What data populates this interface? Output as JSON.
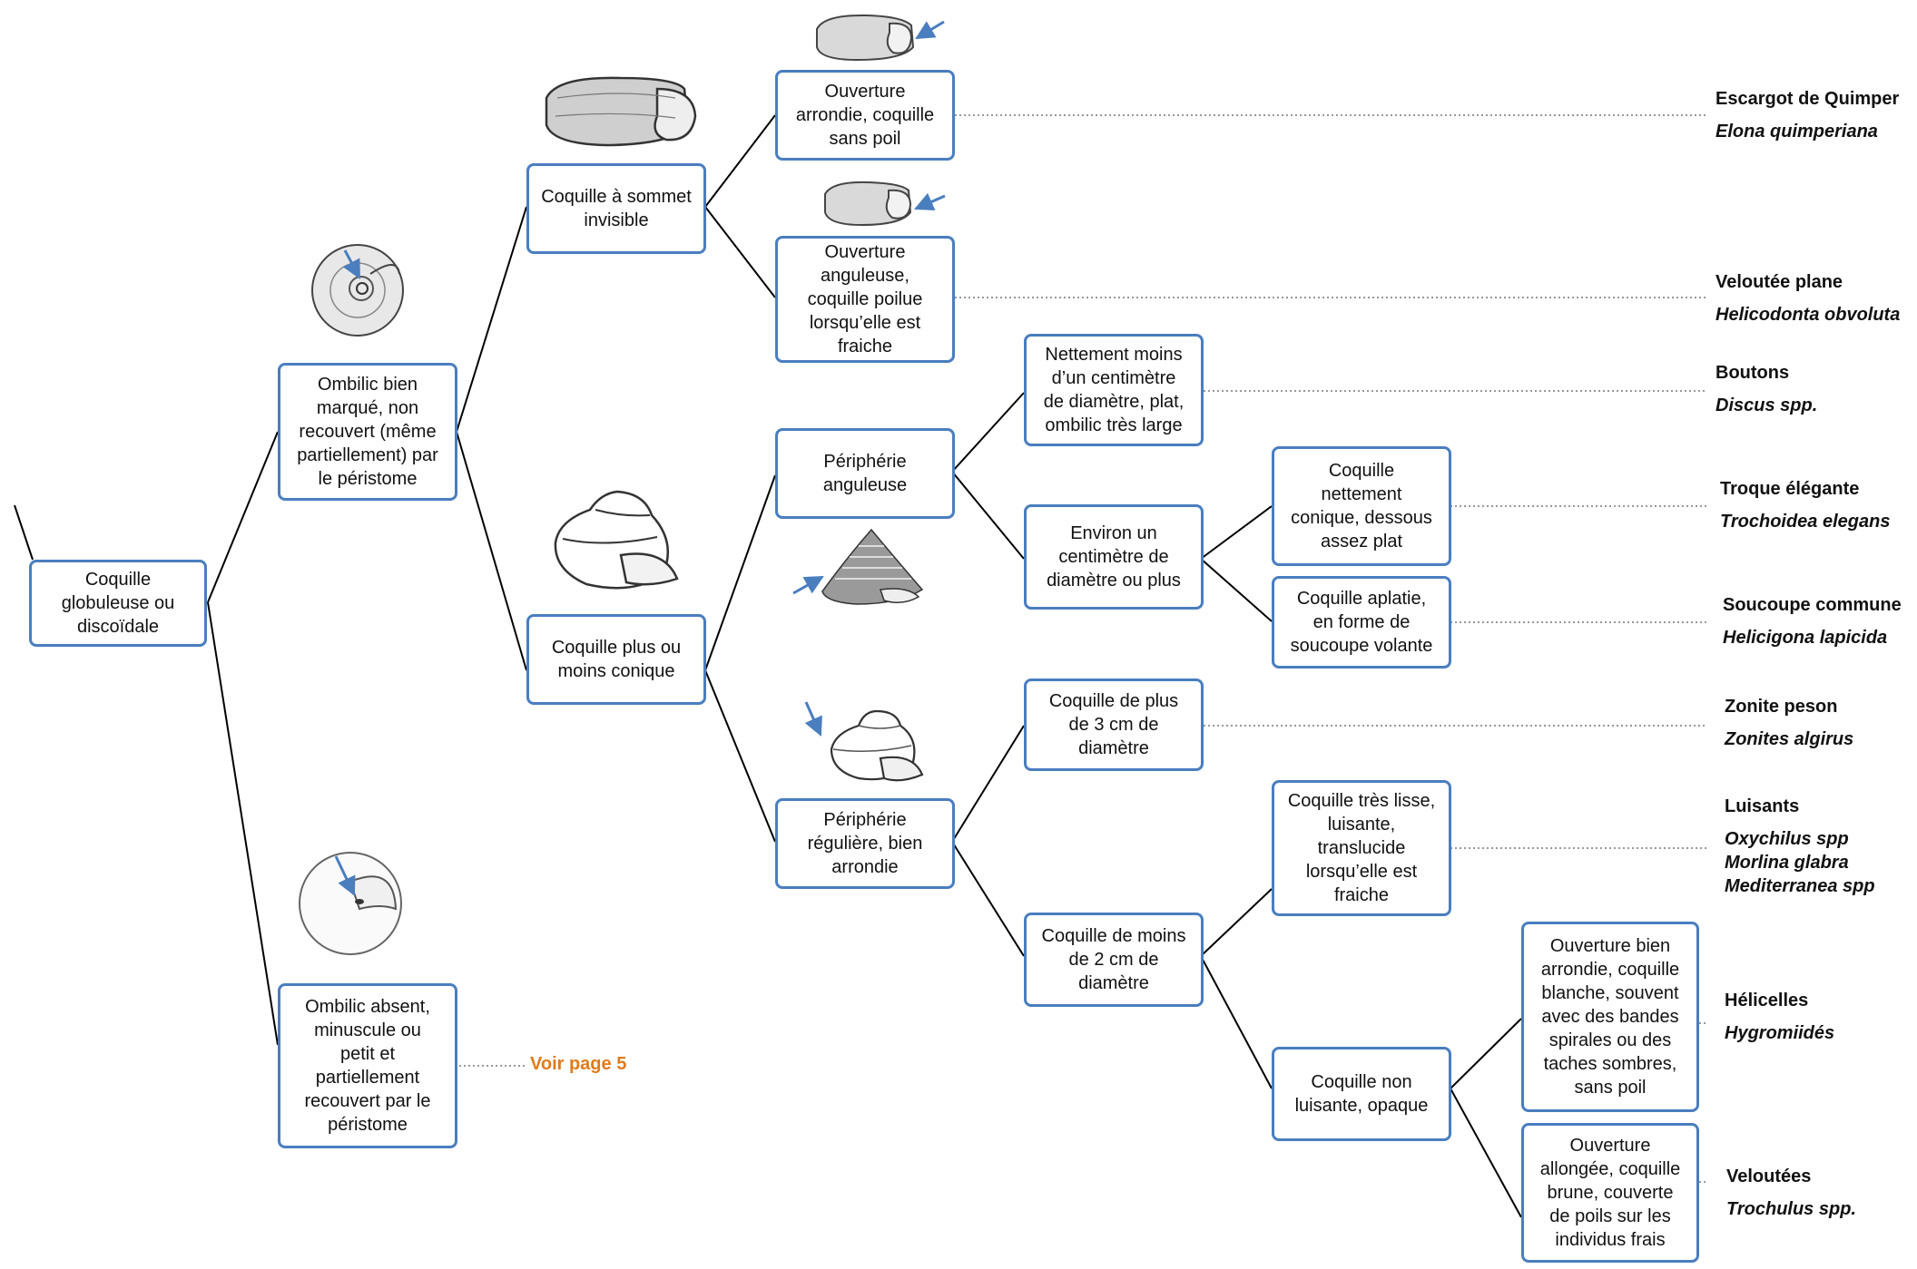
{
  "colors": {
    "box_border": "#4a7ebf",
    "line": "#000000",
    "dotted": "#777777",
    "arrow": "#4a7ebf",
    "voir": "#e07b1a"
  },
  "nodes": {
    "root": "Coquille\nglobuleuse ou\ndiscoïdale",
    "ombilic_marque": "Ombilic bien\nmarqué, non\nrecouvert (même\npartiellement) par\nle péristome",
    "ombilic_absent": "Ombilic absent,\nminuscule ou\npetit et\npartiellement\nrecouvert par le\npéristome",
    "sommet_invisible": "Coquille à sommet\ninvisible",
    "plus_ou_moins_conique": "Coquille plus ou\nmoins conique",
    "ouverture_arrondie": "Ouverture\narrondie, coquille\nsans poil",
    "ouverture_anguleuse": "Ouverture\nanguleuse,\ncoquille poilue\nlorsqu’elle est\nfraiche",
    "peripherie_anguleuse": "Périphérie\nanguleuse",
    "peripherie_reguliere": "Périphérie\nrégulière, bien\narrondie",
    "moins_centimetre": "Nettement moins\nd’un centimètre\nde diamètre, plat,\nombilic très large",
    "environ_centimetre": "Environ un\ncentimètre de\ndiamètre ou plus",
    "nettement_conique": "Coquille\nnettement\nconique, dessous\nassez plat",
    "aplatie": "Coquille aplatie,\nen forme de\nsoucoupe volante",
    "plus_3cm": "Coquille  de plus\nde 3 cm de\ndiamètre",
    "moins_2cm": "Coquille de moins\nde 2 cm de\ndiamètre",
    "tres_lisse": "Coquille très lisse,\nluisante,\ntranslucide\nlorsqu’elle est\nfraiche",
    "non_luisante": "Coquille non\nluisante, opaque",
    "ouverture_bien_arrondie": "Ouverture bien\narrondie, coquille\nblanche, souvent\navec des bandes\nspirales ou des\ntaches sombres,\nsans poil",
    "ouverture_allongee": "Ouverture\nallongée, coquille\nbrune, couverte\nde poils sur les\nindividus frais"
  },
  "species": {
    "quimper": {
      "common": "Escargot de Quimper",
      "latin": "Elona quimperiana"
    },
    "veloutee_plane": {
      "common": "Veloutée plane",
      "latin": "Helicodonta obvoluta"
    },
    "boutons": {
      "common": "Boutons",
      "latin": "Discus spp."
    },
    "troque": {
      "common": "Troque élégante",
      "latin": "Trochoidea elegans"
    },
    "soucoupe": {
      "common": "Soucoupe commune",
      "latin": "Helicigona lapicida"
    },
    "zonite": {
      "common": "Zonite peson",
      "latin": "Zonites algirus"
    },
    "luisants": {
      "common": "Luisants",
      "latin": "Oxychilus spp\nMorlina glabra\nMediterranea spp"
    },
    "helicelles": {
      "common": "Hélicelles",
      "latin": "Hygromiidés"
    },
    "veloutees": {
      "common": "Veloutées",
      "latin": "Trochulus spp."
    }
  },
  "voir_page": "Voir page 5",
  "shell_icons": [
    "snail-shell-planorbid-icon",
    "snail-shell-globular-icon",
    "snail-shell-flat-side-icon",
    "snail-shell-flat-small-icon",
    "snail-shell-conical-icon",
    "snail-shell-trochoid-icon",
    "snail-shell-rounded-icon"
  ]
}
